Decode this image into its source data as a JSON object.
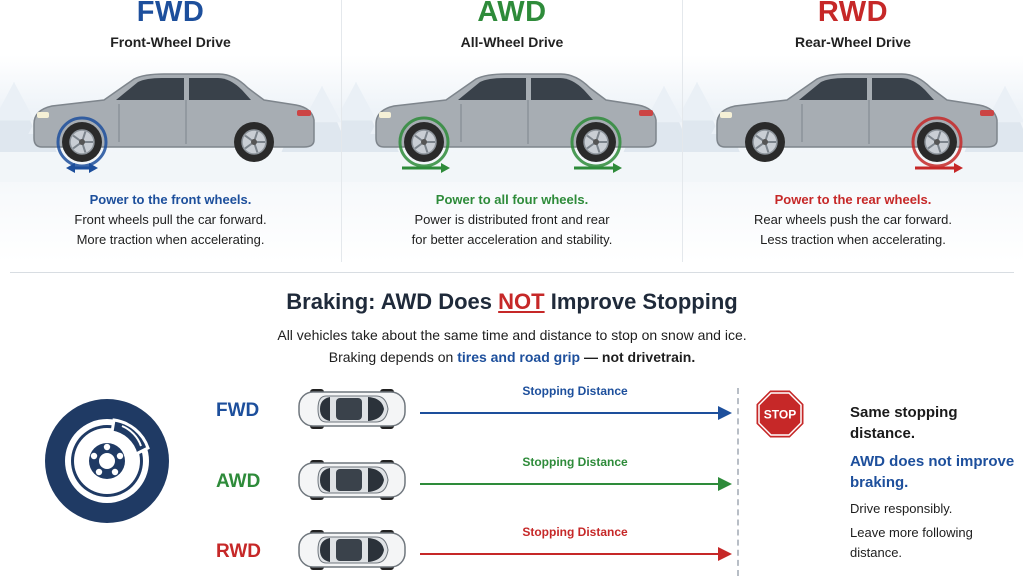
{
  "colors": {
    "fwd": "#1d4f9c",
    "awd": "#2e8b3a",
    "rwd": "#c62828",
    "heading": "#1f2a3a",
    "icon_navy": "#1f3a64"
  },
  "panels": [
    {
      "code": "FWD",
      "name": "Front-Wheel Drive",
      "line1": "Power to the front wheels.",
      "line2": "Front wheels pull the car forward.",
      "line3": "More traction when accelerating.",
      "powered": "front",
      "arrow": "double",
      "color": "#1d4f9c"
    },
    {
      "code": "AWD",
      "name": "All-Wheel Drive",
      "line1": "Power to all four wheels.",
      "line2": "Power is distributed front and rear",
      "line3": "for better acceleration and stability.",
      "powered": "all",
      "arrow": "forward",
      "color": "#2e8b3a"
    },
    {
      "code": "RWD",
      "name": "Rear-Wheel Drive",
      "line1": "Power to the rear wheels.",
      "line2": "Rear wheels push the car forward.",
      "line3": "Less traction when accelerating.",
      "powered": "rear",
      "arrow": "forward",
      "color": "#c62828"
    }
  ],
  "braking": {
    "title_pre": "Braking: AWD Does ",
    "title_not": "NOT",
    "title_post": " Improve Stopping",
    "line1": "All vehicles take about the same time and distance to stop on snow and ice.",
    "line2_pre": "Braking depends on ",
    "line2_hl": "tires and road grip",
    "line2_post": " — not drivetrain.",
    "icon": "brake-rotor-icon",
    "rows": [
      {
        "label": "FWD",
        "arrow_label": "Stopping Distance",
        "color": "#1d4f9c"
      },
      {
        "label": "AWD",
        "arrow_label": "Stopping Distance",
        "color": "#2e8b3a"
      },
      {
        "label": "RWD",
        "arrow_label": "Stopping Distance",
        "color": "#c62828"
      }
    ],
    "stop_sign": "STOP",
    "notes": {
      "n1": "Same stopping distance.",
      "n2": "AWD does not improve braking.",
      "n3": "Drive responsibly.",
      "n4": "Leave more following distance."
    }
  }
}
